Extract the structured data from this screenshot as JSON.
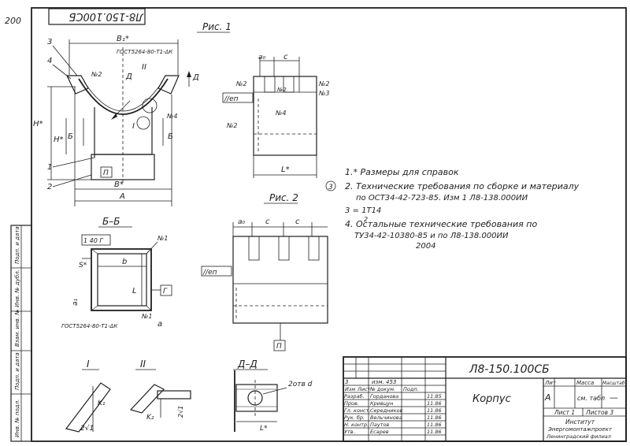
{
  "sheet": {
    "stamp_rotated": "Л8-150.100СБ",
    "page_number": "200"
  },
  "figures": {
    "fig1_title": "Рис. 1",
    "fig2_title": "Рис. 2",
    "section_bb": "Б–Б",
    "section_dd": "Д–Д",
    "detail_I": "I",
    "detail_II": "II"
  },
  "labels": {
    "callout_3": "3",
    "callout_4": "4",
    "callout_1": "1",
    "callout_2": "2",
    "b1": "B₁*",
    "gost1": "ГОСТ5264-80-Т1-ΔК",
    "no2": "№2",
    "d_label": "Д",
    "ii": "II",
    "no4": "№4",
    "i": "I",
    "h": "H*",
    "hh": "H*",
    "bb": "Б",
    "p": "П",
    "bstar": "B*",
    "a": "A",
    "a0": "a₀",
    "c": "c",
    "no2b": "№2",
    "no2c": "№2",
    "no3": "№3",
    "ne_p": "//еп",
    "no2d": "№2",
    "no4b": "№4",
    "lstar": "L*",
    "a0b": "a₀",
    "c2": "c",
    "c3": "c",
    "ne_p2": "//еп",
    "p2": "П",
    "h40": "1 40 Г",
    "no1": "№1",
    "s": "S*",
    "b_small": "b",
    "L": "L",
    "a1": "a₁",
    "g": "Г",
    "gost2": "ГОСТ5264-80-Т1-ΔК",
    "n1": "№1",
    "a_small": "a",
    "k1": "K₁",
    "k2": "K₂",
    "z1": "2√1",
    "z2": "2√1",
    "hole": "2отв d",
    "ll": "L*"
  },
  "notes": {
    "n1": "1.* Размеры для справок",
    "circle": "3",
    "n2": "2. Технические требования по сборке и материалу",
    "n2b": "по ОСТ34-42-723-85. Изм 1  Л8-138.000ИИ",
    "n3": "3 = 1Т14",
    "n3b": "2",
    "n4": "4. Остальные технические требования  по",
    "n4b": "ТУ34-42-10380-85 и по Л8-138.000ИИ",
    "n4c": "2004"
  },
  "title_block": {
    "designation": "Л8-150.100СБ",
    "name": "Корпус",
    "lit_header": "Лит",
    "mass_header": "Масса",
    "scale_header": "Масштаб",
    "lit_value": "А",
    "mass_value": "см. табл",
    "scale_value": "—",
    "sheet": "Лист 1",
    "sheets": "Листов 3",
    "org1": "Институт",
    "org2": "Энергомонтажпроект",
    "org3": "Ленинградский филиал",
    "rows": [
      {
        "role": "Изм",
        "name": "Лист",
        "sign": "№ докум.",
        "date": "Подп."
      },
      {
        "role": "Разраб.",
        "name": "Горданова",
        "sign": "",
        "date": "11.85"
      },
      {
        "role": "Пров.",
        "name": "Кривцун",
        "sign": "",
        "date": "11.86"
      },
      {
        "role": "Гл. конст.",
        "name": "Середников",
        "sign": "",
        "date": "11.86"
      },
      {
        "role": "Рук. бр.",
        "name": "Вельчинова",
        "sign": "",
        "date": "11.86"
      },
      {
        "role": "Н. контр.",
        "name": "Паутов",
        "sign": "",
        "date": "11.86"
      },
      {
        "role": "Утв.",
        "name": "Есарев",
        "sign": "",
        "date": "11.86"
      }
    ],
    "rev_marker": "3",
    "rev_note": "изм. 453"
  },
  "side_strip": [
    "Инв. № подл.",
    "Подп. и дата",
    "Взам. инв. №",
    "Инв. № дубл.",
    "Подп. и дата"
  ]
}
